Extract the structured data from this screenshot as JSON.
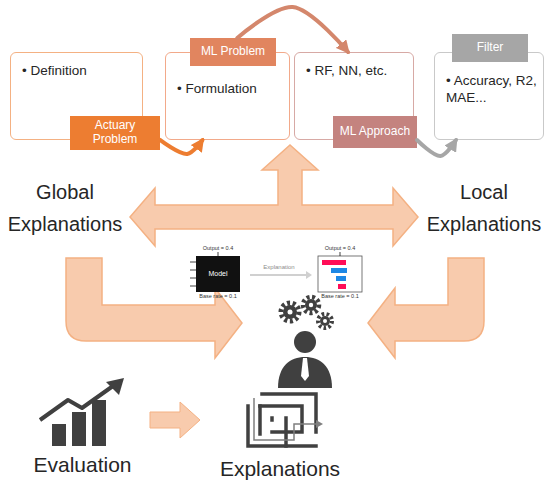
{
  "diagram": {
    "nodes": [
      {
        "text": [
          "• Definition"
        ]
      },
      {
        "text": [
          "Actuary Problem"
        ]
      },
      {
        "text": [
          "ML Problem"
        ]
      },
      {
        "text": [
          "• Formulation"
        ]
      },
      {
        "text": [
          "• RF, NN, etc."
        ]
      },
      {
        "text": [
          "ML Approach"
        ]
      },
      {
        "text": [
          "Filter"
        ]
      },
      {
        "text": [
          "• Accuracy, R2, MAE..."
        ]
      }
    ],
    "edges": [
      {
        "from": 1,
        "to": 3,
        "arrow": "to"
      },
      {
        "from": 2,
        "to": 4,
        "arrow": "to"
      },
      {
        "from": 5,
        "to": 7,
        "arrow": "to"
      }
    ],
    "labels": [
      "Global Explanations",
      "Local Explanations",
      "Output = 0.4",
      "Model",
      "Base rate = 0.1",
      "Explanation",
      "Output = 0.4",
      "Base rate = 0.1",
      "Evaluation",
      "Explanations"
    ]
  }
}
